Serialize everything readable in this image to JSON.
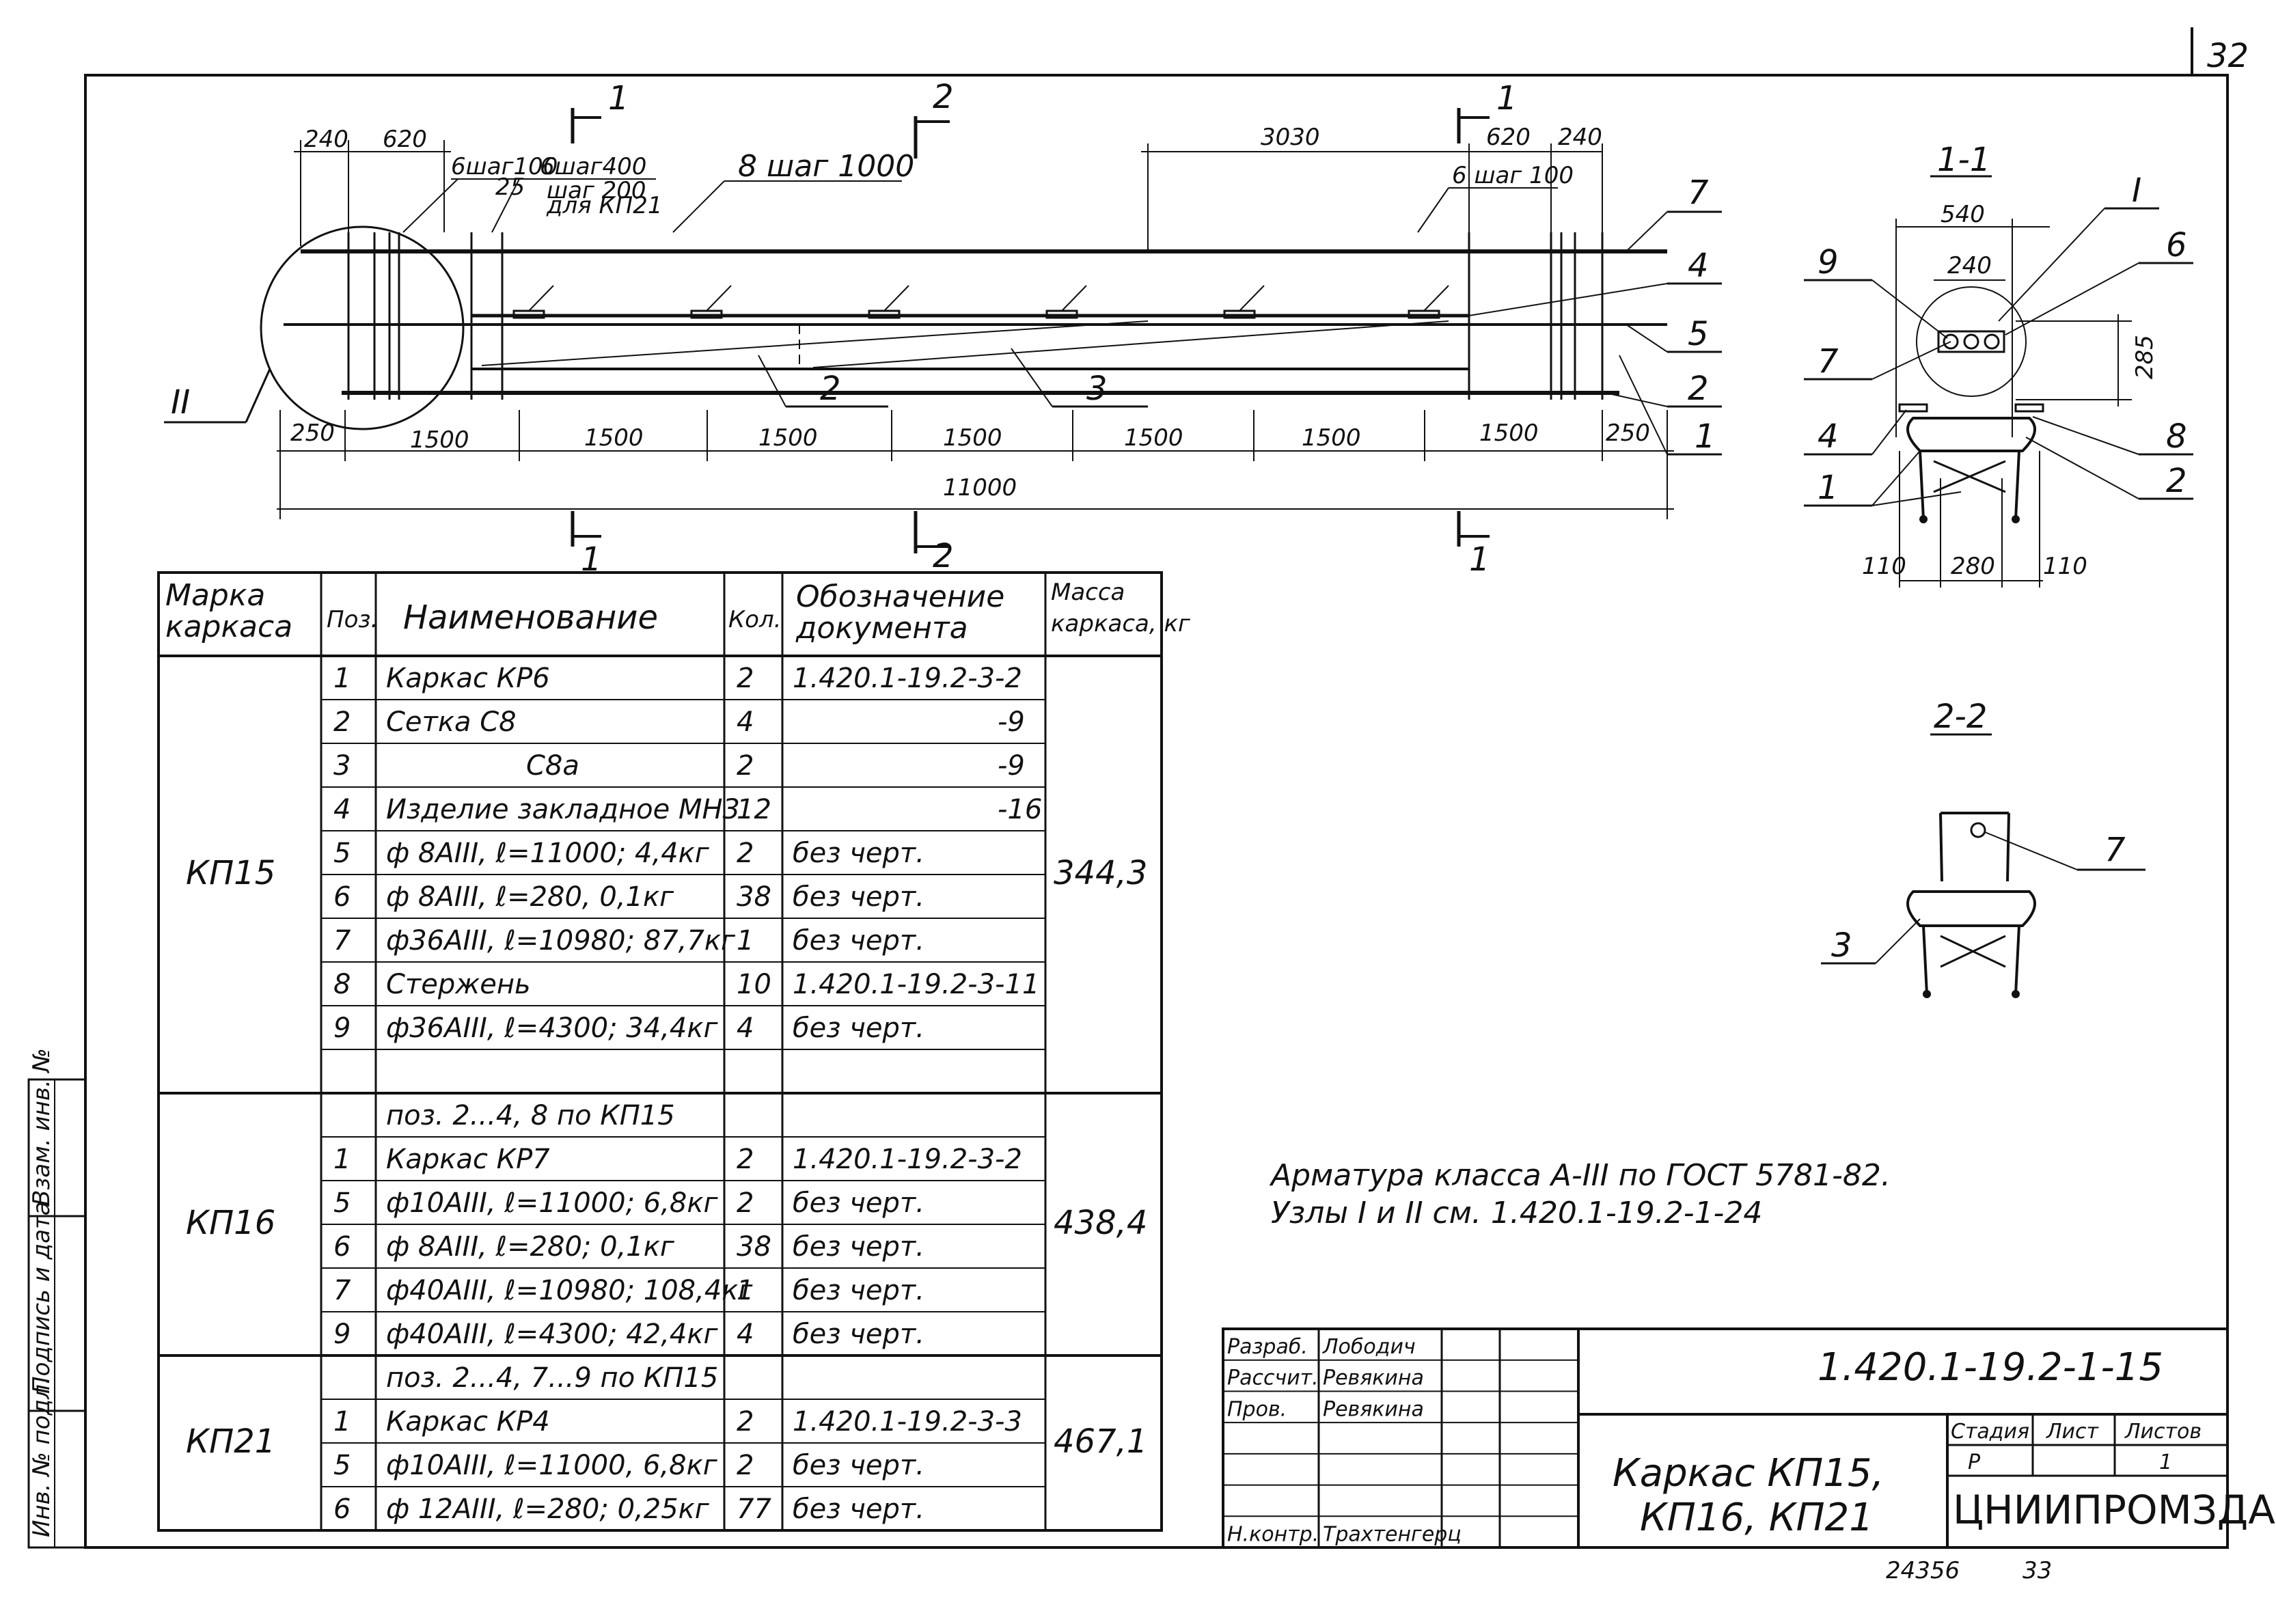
{
  "page_number": "32",
  "footer_code": "24356",
  "footer_page": "33",
  "main_view": {
    "section_marks": [
      "1",
      "2",
      "1",
      "1",
      "2",
      "1"
    ],
    "callouts": [
      "6шаг100",
      "6шаг400",
      "шаг 200",
      "для КП21",
      "8 шаг 1000",
      "6 шаг 100",
      "25"
    ],
    "top_dims": [
      "240",
      "620",
      "3030",
      "620",
      "240"
    ],
    "bottom_dims": [
      "250",
      "1500",
      "1500",
      "1500",
      "1500",
      "1500",
      "1500",
      "1500",
      "250"
    ],
    "overall_dim": "11000",
    "node_label": "II",
    "right_leaders": [
      "7",
      "4",
      "5",
      "2",
      "1"
    ],
    "inner_leaders": [
      "2",
      "3"
    ]
  },
  "section_1": {
    "title": "1-1",
    "dims": [
      "540",
      "240",
      "285",
      "110",
      "280",
      "110"
    ],
    "node_label": "I",
    "left_leaders": [
      "9",
      "7",
      "4",
      "1"
    ],
    "right_leaders": [
      "6",
      "8",
      "2"
    ]
  },
  "section_2": {
    "title": "2-2",
    "leaders": [
      "7",
      "3"
    ]
  },
  "spec_table": {
    "headers": {
      "mark": "Марка каркаса",
      "pos": "Поз.",
      "name": "Наименование",
      "qty": "Кол.",
      "doc": "Обозначение документа",
      "mass": "Масса каркаса, кг"
    },
    "groups": [
      {
        "mark": "КП15",
        "mass": "344,3",
        "rows": [
          {
            "pos": "1",
            "name": "Каркас      КР6",
            "qty": "2",
            "doc": "1.420.1-19.2-3-2"
          },
          {
            "pos": "2",
            "name": "Сетка      С8",
            "qty": "4",
            "doc": "-9"
          },
          {
            "pos": "3",
            "name": "С8а",
            "qty": "2",
            "doc": "-9"
          },
          {
            "pos": "4",
            "name": "Изделие закладное МН3",
            "qty": "12",
            "doc": "-16"
          },
          {
            "pos": "5",
            "name": "ф 8АIII, ℓ=11000; 4,4кг",
            "qty": "2",
            "doc": "без черт."
          },
          {
            "pos": "6",
            "name": "ф 8АIII, ℓ=280, 0,1кг",
            "qty": "38",
            "doc": "без черт."
          },
          {
            "pos": "7",
            "name": "ф36АIII, ℓ=10980; 87,7кг",
            "qty": "1",
            "doc": "без черт."
          },
          {
            "pos": "8",
            "name": "Стержень",
            "qty": "10",
            "doc": "1.420.1-19.2-3-11"
          },
          {
            "pos": "9",
            "name": "ф36АIII, ℓ=4300; 34,4кг",
            "qty": "4",
            "doc": "без черт."
          },
          {
            "pos": "",
            "name": "",
            "qty": "",
            "doc": ""
          }
        ]
      },
      {
        "mark": "КП16",
        "mass": "438,4",
        "rows": [
          {
            "pos": "",
            "name": "поз. 2...4, 8 по  КП15",
            "qty": "",
            "doc": ""
          },
          {
            "pos": "1",
            "name": "Каркас      КР7",
            "qty": "2",
            "doc": "1.420.1-19.2-3-2"
          },
          {
            "pos": "5",
            "name": "ф10АIII, ℓ=11000; 6,8кг",
            "qty": "2",
            "doc": "без черт."
          },
          {
            "pos": "6",
            "name": "ф 8АIII, ℓ=280; 0,1кг",
            "qty": "38",
            "doc": "без черт."
          },
          {
            "pos": "7",
            "name": "ф40АIII, ℓ=10980; 108,4кг",
            "qty": "1",
            "doc": "без черт."
          },
          {
            "pos": "9",
            "name": "ф40АIII, ℓ=4300; 42,4кг",
            "qty": "4",
            "doc": "без черт."
          }
        ]
      },
      {
        "mark": "КП21",
        "mass": "467,1",
        "rows": [
          {
            "pos": "",
            "name": "поз. 2...4, 7...9 по  КП15",
            "qty": "",
            "doc": ""
          },
          {
            "pos": "1",
            "name": "Каркас    КР4",
            "qty": "2",
            "doc": "1.420.1-19.2-3-3"
          },
          {
            "pos": "5",
            "name": "ф10АIII, ℓ=11000, 6,8кг",
            "qty": "2",
            "doc": "без черт."
          },
          {
            "pos": "6",
            "name": "ф 12АIII, ℓ=280; 0,25кг",
            "qty": "77",
            "doc": "без черт."
          }
        ]
      }
    ]
  },
  "notes": {
    "line1": "Арматура     класса А-III  по ГОСТ 5781-82.",
    "line2": "Узлы    I и II   см. 1.420.1-19.2-1-24"
  },
  "title_block": {
    "roles": [
      "Разраб.",
      "Рассчит.",
      "Пров.",
      "",
      "",
      "",
      "Н.контр."
    ],
    "names": [
      "Лободич",
      "Ревякина",
      "Ревякина",
      "",
      "",
      "",
      "Трахтенгерц"
    ],
    "doc_code": "1.420.1-19.2-1-15",
    "title_line1": "Каркас     КП15,",
    "title_line2": "КП16,   КП21",
    "stage_headers": [
      "Стадия",
      "Лист",
      "Листов"
    ],
    "stage_values": [
      "Р",
      "",
      "1"
    ],
    "organization": "ЦНИИПРОМЗДАНИЙ"
  },
  "side_stamp": [
    "Инв. № подл.",
    "Подпись и дата",
    "Взам. инв. №"
  ]
}
